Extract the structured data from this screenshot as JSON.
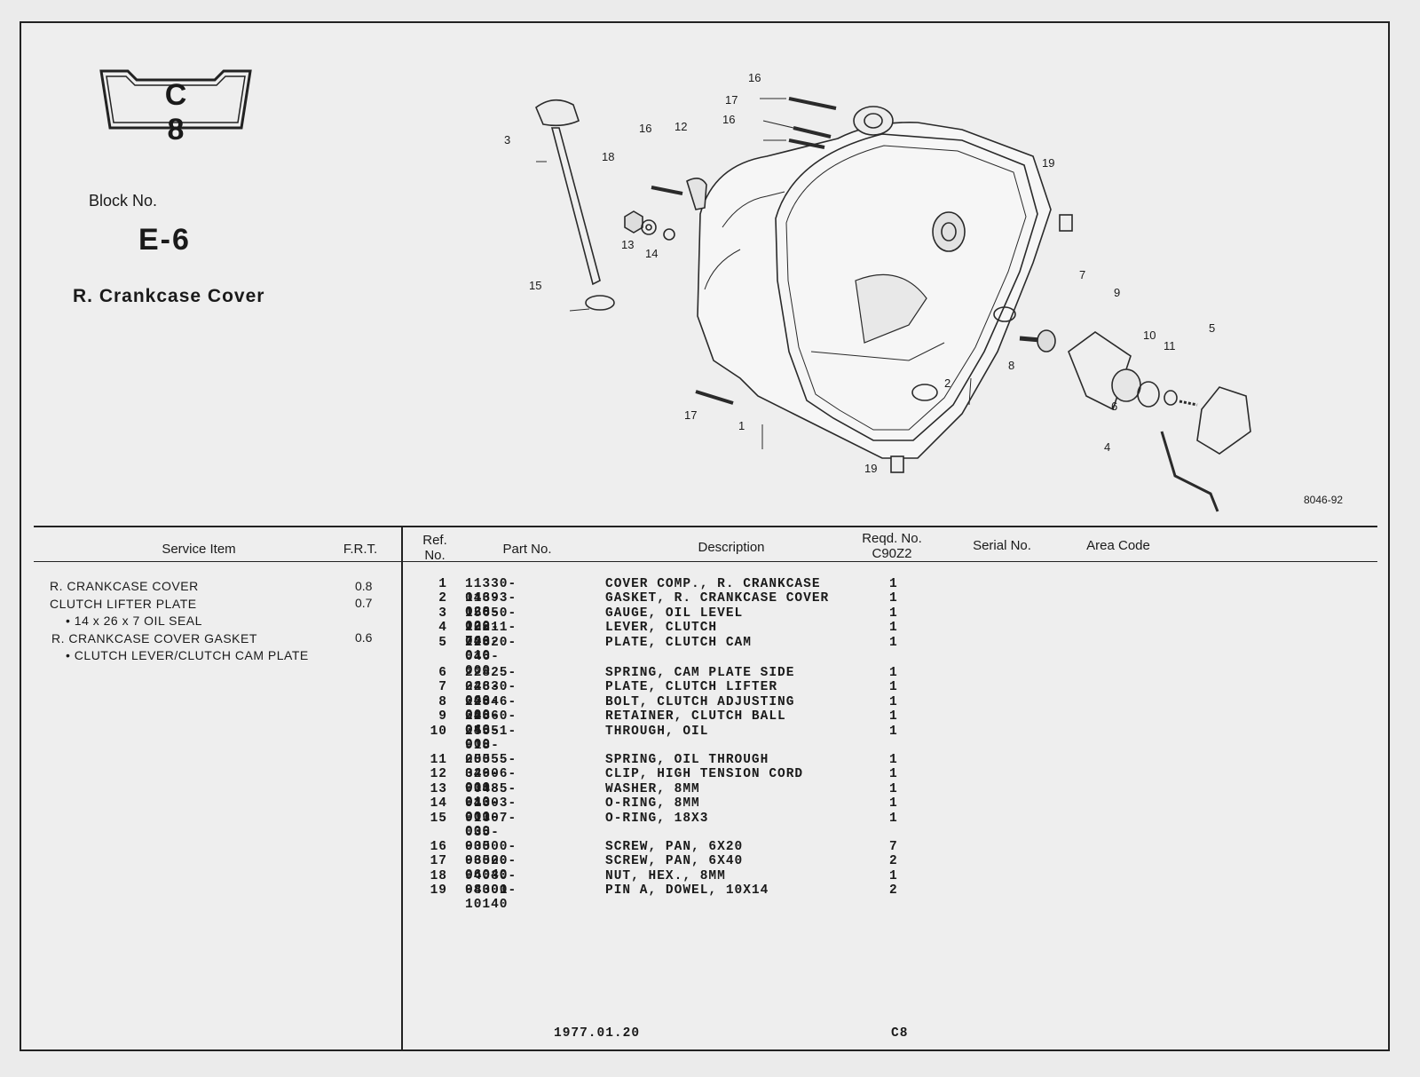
{
  "header": {
    "badge": "C 8",
    "block_label": "Block No.",
    "block_no": "E-6",
    "title": "R. Crankcase Cover",
    "figure_code": "8046-92"
  },
  "callouts": [
    "16",
    "17",
    "16",
    "3",
    "18",
    "16",
    "12",
    "13",
    "14",
    "15",
    "19",
    "7",
    "9",
    "10",
    "11",
    "5",
    "8",
    "2",
    "6",
    "4",
    "17",
    "1",
    "19"
  ],
  "table": {
    "headers": {
      "service_item": "Service Item",
      "frt": "F.R.T.",
      "ref_no": "Ref. No.",
      "part_no": "Part No.",
      "description": "Description",
      "reqd_no": "Reqd. No.",
      "model": "C90Z2",
      "serial_no": "Serial No.",
      "area_code": "Area Code"
    },
    "service_items": [
      {
        "label": "R. CRANKCASE COVER",
        "frt": "0.8"
      },
      {
        "label": "CLUTCH LIFTER PLATE",
        "frt": "0.7"
      },
      {
        "label": "• 14 x 26 x 7 OIL SEAL",
        "frt": ""
      },
      {
        "label": "R. CRANKCASE COVER GASKET",
        "frt": "0.6"
      },
      {
        "label": "• CLUTCH LEVER/CLUTCH CAM PLATE",
        "frt": ""
      }
    ],
    "parts": [
      {
        "ref": "1",
        "part": "11330-046-020",
        "desc": "COVER COMP., R. CRANKCASE",
        "qty": "1"
      },
      {
        "ref": "2",
        "part": "11393-028-020",
        "desc": "GASKET, R. CRANKCASE COVER",
        "qty": "1"
      },
      {
        "ref": "3",
        "part": "15650-102-700",
        "desc": "GAUGE, OIL LEVEL",
        "qty": "1"
      },
      {
        "ref": "4",
        "part": "22811-046-010",
        "desc": "LEVER, CLUTCH",
        "qty": "1"
      },
      {
        "ref": "5",
        "part": "22820-046-000",
        "desc": "PLATE, CLUTCH CAM",
        "qty": "1"
      },
      {
        "ref": "6",
        "part": "22825-046-000",
        "desc": "SPRING, CAM PLATE SIDE",
        "qty": "1"
      },
      {
        "ref": "7",
        "part": "22830-046-000",
        "desc": "PLATE, CLUTCH LIFTER",
        "qty": "1"
      },
      {
        "ref": "8",
        "part": "22846-046-010",
        "desc": "BOLT, CLUTCH ADJUSTING",
        "qty": "1"
      },
      {
        "ref": "9",
        "part": "22860-046-000",
        "desc": "RETAINER, CLUTCH BALL",
        "qty": "1"
      },
      {
        "ref": "10",
        "part": "25551-918-000",
        "desc": "THROUGH, OIL",
        "qty": "1"
      },
      {
        "ref": "11",
        "part": "25555-046-000",
        "desc": "SPRING, OIL THROUGH",
        "qty": "1"
      },
      {
        "ref": "12",
        "part": "32906-011-010",
        "desc": "CLIP, HIGH TENSION CORD",
        "qty": "1"
      },
      {
        "ref": "13",
        "part": "90485-040-000",
        "desc": "WASHER, 8MM",
        "qty": "1"
      },
      {
        "ref": "14",
        "part": "91303-001-000",
        "desc": "O-RING, 8MM",
        "qty": "1"
      },
      {
        "ref": "15",
        "part": "91307-035-000",
        "desc": "O-RING, 18X3",
        "qty": "1"
      },
      {
        "ref": "16",
        "part": "93500-06020",
        "desc": "SCREW, PAN, 6X20",
        "qty": "7"
      },
      {
        "ref": "17",
        "part": "93500-06040",
        "desc": "SCREW, PAN, 6X40",
        "qty": "2"
      },
      {
        "ref": "18",
        "part": "94030-08000",
        "desc": "NUT, HEX., 8MM",
        "qty": "1"
      },
      {
        "ref": "19",
        "part": "94301-10140",
        "desc": "PIN A, DOWEL, 10X14",
        "qty": "2"
      }
    ]
  },
  "footer": {
    "date": "1977.01.20",
    "code": "C8"
  }
}
